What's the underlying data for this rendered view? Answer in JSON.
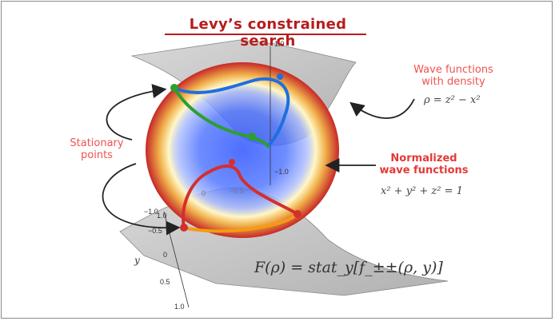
{
  "title": "Levy’s constrained search",
  "callouts": {
    "wave_density": "Wave functions\nwith density",
    "stationary": "Stationary\npoints",
    "normalized": "Normalized\nwave functions"
  },
  "equations": {
    "density": "ρ = z² − x²",
    "normalization": "x² + y² + z² = 1",
    "functional": "F(ρ) = stat_y[f_±±(ρ, y)]"
  },
  "axis": {
    "top_tick": "1.0",
    "z_mid_tick": "−1.0",
    "x_ticks": [
      "0",
      "−0.5"
    ],
    "y_label": "y",
    "y_ticks": [
      "−1.0",
      "−0.5",
      "0",
      "0.5",
      "1.0"
    ],
    "y_top_extra": "1.0"
  },
  "colors": {
    "title": "#b71c1c",
    "callout": "#ef5350",
    "sphere_core": "#2f55ff",
    "sphere_rim": "#c62828",
    "curve_blue": "#1e6fe0",
    "curve_green": "#2e9e2e",
    "curve_red": "#d32f2f",
    "curve_orange": "#f39c12",
    "surface": "#bdbdbd"
  }
}
